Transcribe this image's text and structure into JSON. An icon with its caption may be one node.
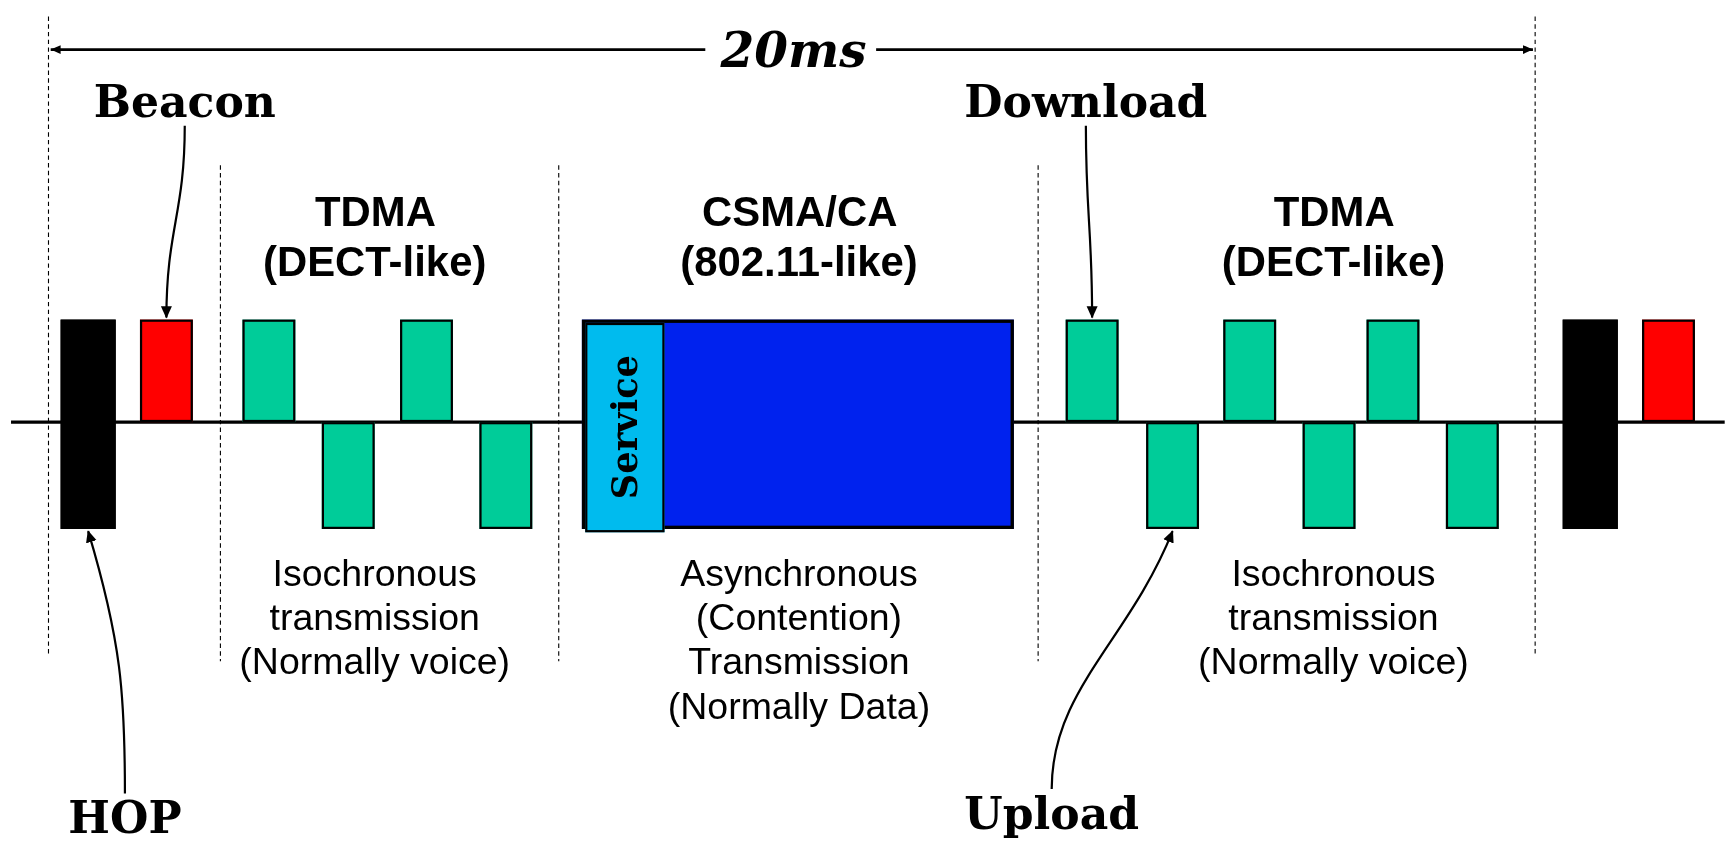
{
  "diagram": {
    "nodes": [
      {
        "text": [
          "Beacon"
        ]
      },
      {
        "text": [
          "Download"
        ]
      },
      {
        "text": [],
        "shape": "bar"
      },
      {
        "text": [],
        "shape": "bar"
      },
      {
        "text": [],
        "shape": "bar"
      },
      {
        "text": [],
        "shape": "bar"
      },
      {
        "text": [],
        "shape": "bar"
      },
      {
        "text": [],
        "shape": "bar"
      },
      {
        "text": [],
        "shape": "box"
      },
      {
        "text": [
          "Service"
        ],
        "in": 8
      },
      {
        "text": [],
        "shape": "bar"
      },
      {
        "text": [],
        "shape": "bar"
      },
      {
        "text": [],
        "shape": "bar"
      },
      {
        "text": [],
        "shape": "bar"
      },
      {
        "text": [],
        "shape": "bar"
      },
      {
        "text": [],
        "shape": "bar"
      },
      {
        "text": [],
        "shape": "bar"
      },
      {
        "text": [],
        "shape": "bar"
      },
      {
        "text": [
          "HOP"
        ]
      },
      {
        "text": [
          "Upload"
        ]
      }
    ],
    "edges": [
      {
        "from": 0,
        "to": 3,
        "arrow": "to"
      },
      {
        "from": 1,
        "to": 10,
        "arrow": "to"
      },
      {
        "from": 18,
        "to": 2,
        "arrow": "to"
      },
      {
        "from": 19,
        "to": 11,
        "arrow": "to"
      }
    ],
    "labels": [
      "20ms",
      "TDMA (DECT-like)",
      "CSMA/CA (802.11-like)",
      "TDMA (DECT-like)",
      "Isochronous transmission (Normally voice)",
      "Asynchronous (Contention) Transmission (Normally Data)",
      "Isochronous transmission (Normally voice)"
    ]
  }
}
